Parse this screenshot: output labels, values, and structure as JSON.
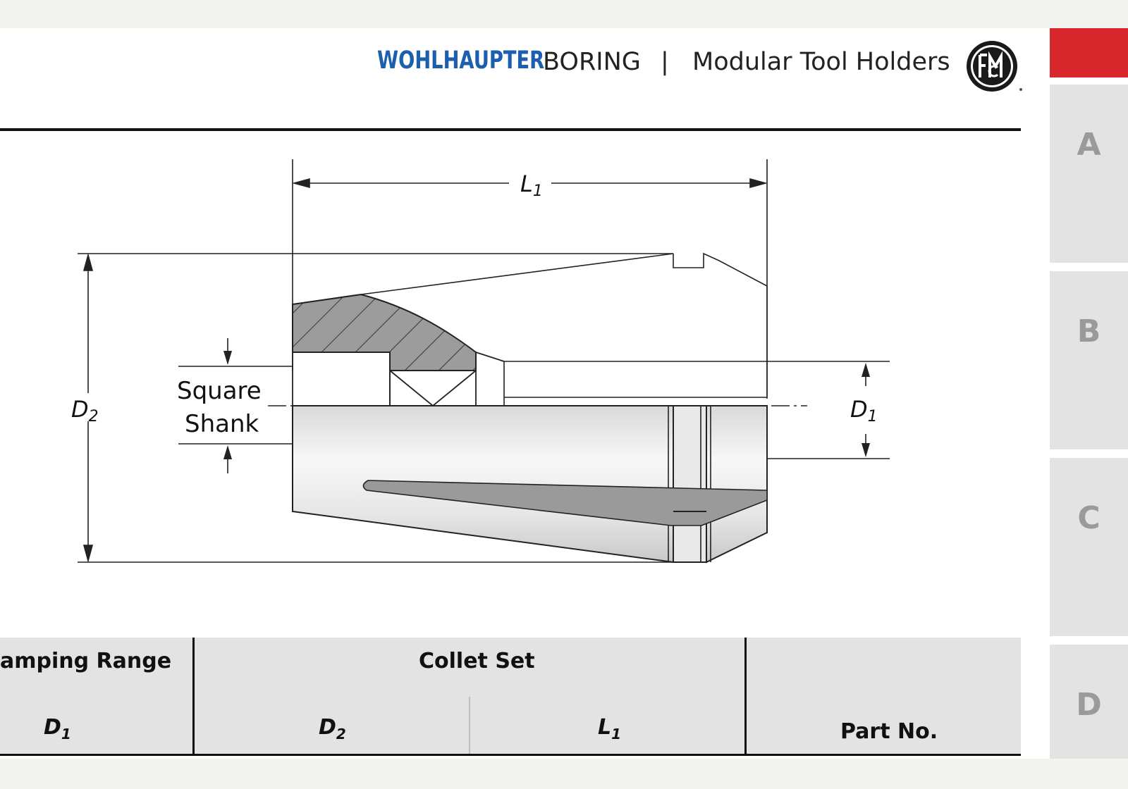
{
  "header": {
    "brand": "WOHLHAUPTER",
    "section": "BORING",
    "separator": "|",
    "subtitle": "Modular Tool Holders",
    "logo_icon": "round-seal-logo"
  },
  "drawing": {
    "dimension_L1": "L",
    "dimension_L1_sub": "1",
    "dimension_D2": "D",
    "dimension_D2_sub": "2",
    "dimension_D1": "D",
    "dimension_D1_sub": "1",
    "label_square": "Square",
    "label_shank": "Shank"
  },
  "table": {
    "group_clamping": "amping Range",
    "group_collet": "Collet Set",
    "col_d1": "D",
    "col_d1_sub": "1",
    "col_d2": "D",
    "col_d2_sub": "2",
    "col_l1": "L",
    "col_l1_sub": "1",
    "col_part": "Part No."
  },
  "tabs": [
    {
      "label": "A"
    },
    {
      "label": "B"
    },
    {
      "label": "C"
    },
    {
      "label": "D"
    }
  ],
  "colors": {
    "brand_blue": "#1b5fae",
    "tab_red": "#d7262c",
    "tab_grey": "#e3e3e3"
  }
}
